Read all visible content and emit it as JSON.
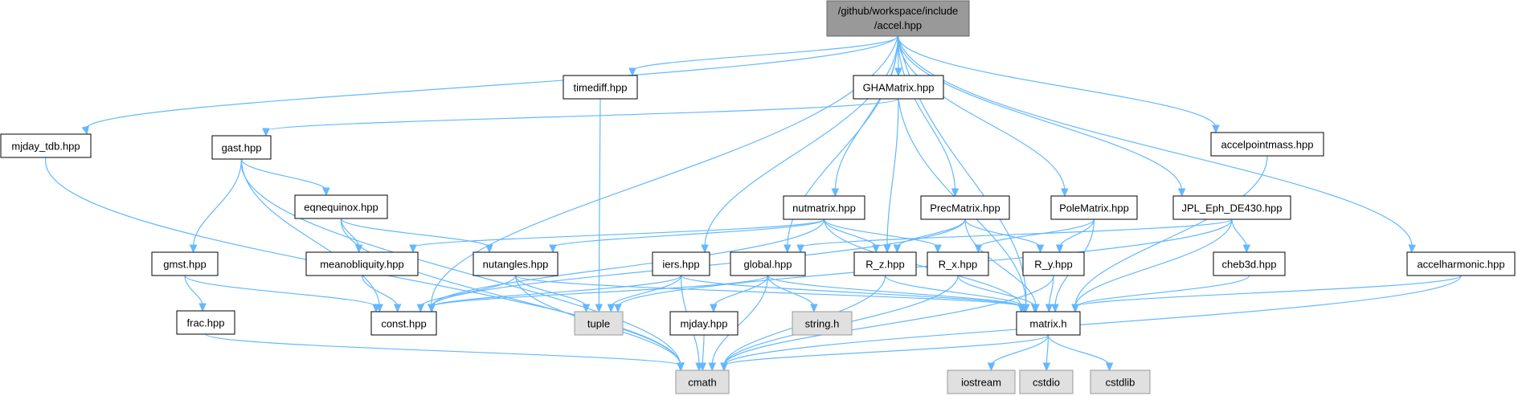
{
  "graph": {
    "root": {
      "label_line1": "/github/workspace/include",
      "label_line2": "/accel.hpp"
    },
    "nodes": {
      "mjday_tdb": "mjday_tdb.hpp",
      "timediff": "timediff.hpp",
      "ghamatrix": "GHAMatrix.hpp",
      "gast": "gast.hpp",
      "accelpointmass": "accelpointmass.hpp",
      "eqnequinox": "eqnequinox.hpp",
      "nutmatrix": "nutmatrix.hpp",
      "precmatrix": "PrecMatrix.hpp",
      "polematrix": "PoleMatrix.hpp",
      "jpl": "JPL_Eph_DE430.hpp",
      "gmst": "gmst.hpp",
      "meanobliquity": "meanobliquity.hpp",
      "nutangles": "nutangles.hpp",
      "iers": "iers.hpp",
      "global": "global.hpp",
      "r_z": "R_z.hpp",
      "r_x": "R_x.hpp",
      "r_y": "R_y.hpp",
      "cheb3d": "cheb3d.hpp",
      "accelharmonic": "accelharmonic.hpp",
      "frac": "frac.hpp",
      "const": "const.hpp",
      "tuple": "tuple",
      "mjday": "mjday.hpp",
      "string_h": "string.h",
      "matrix": "matrix.h",
      "cmath": "cmath",
      "iostream": "iostream",
      "cstdio": "cstdio",
      "cstdlib": "cstdlib"
    }
  },
  "colors": {
    "edge": "#63b8ff",
    "root_fill": "#999999",
    "system_fill": "#e0e0e0",
    "node_fill": "#ffffff"
  }
}
